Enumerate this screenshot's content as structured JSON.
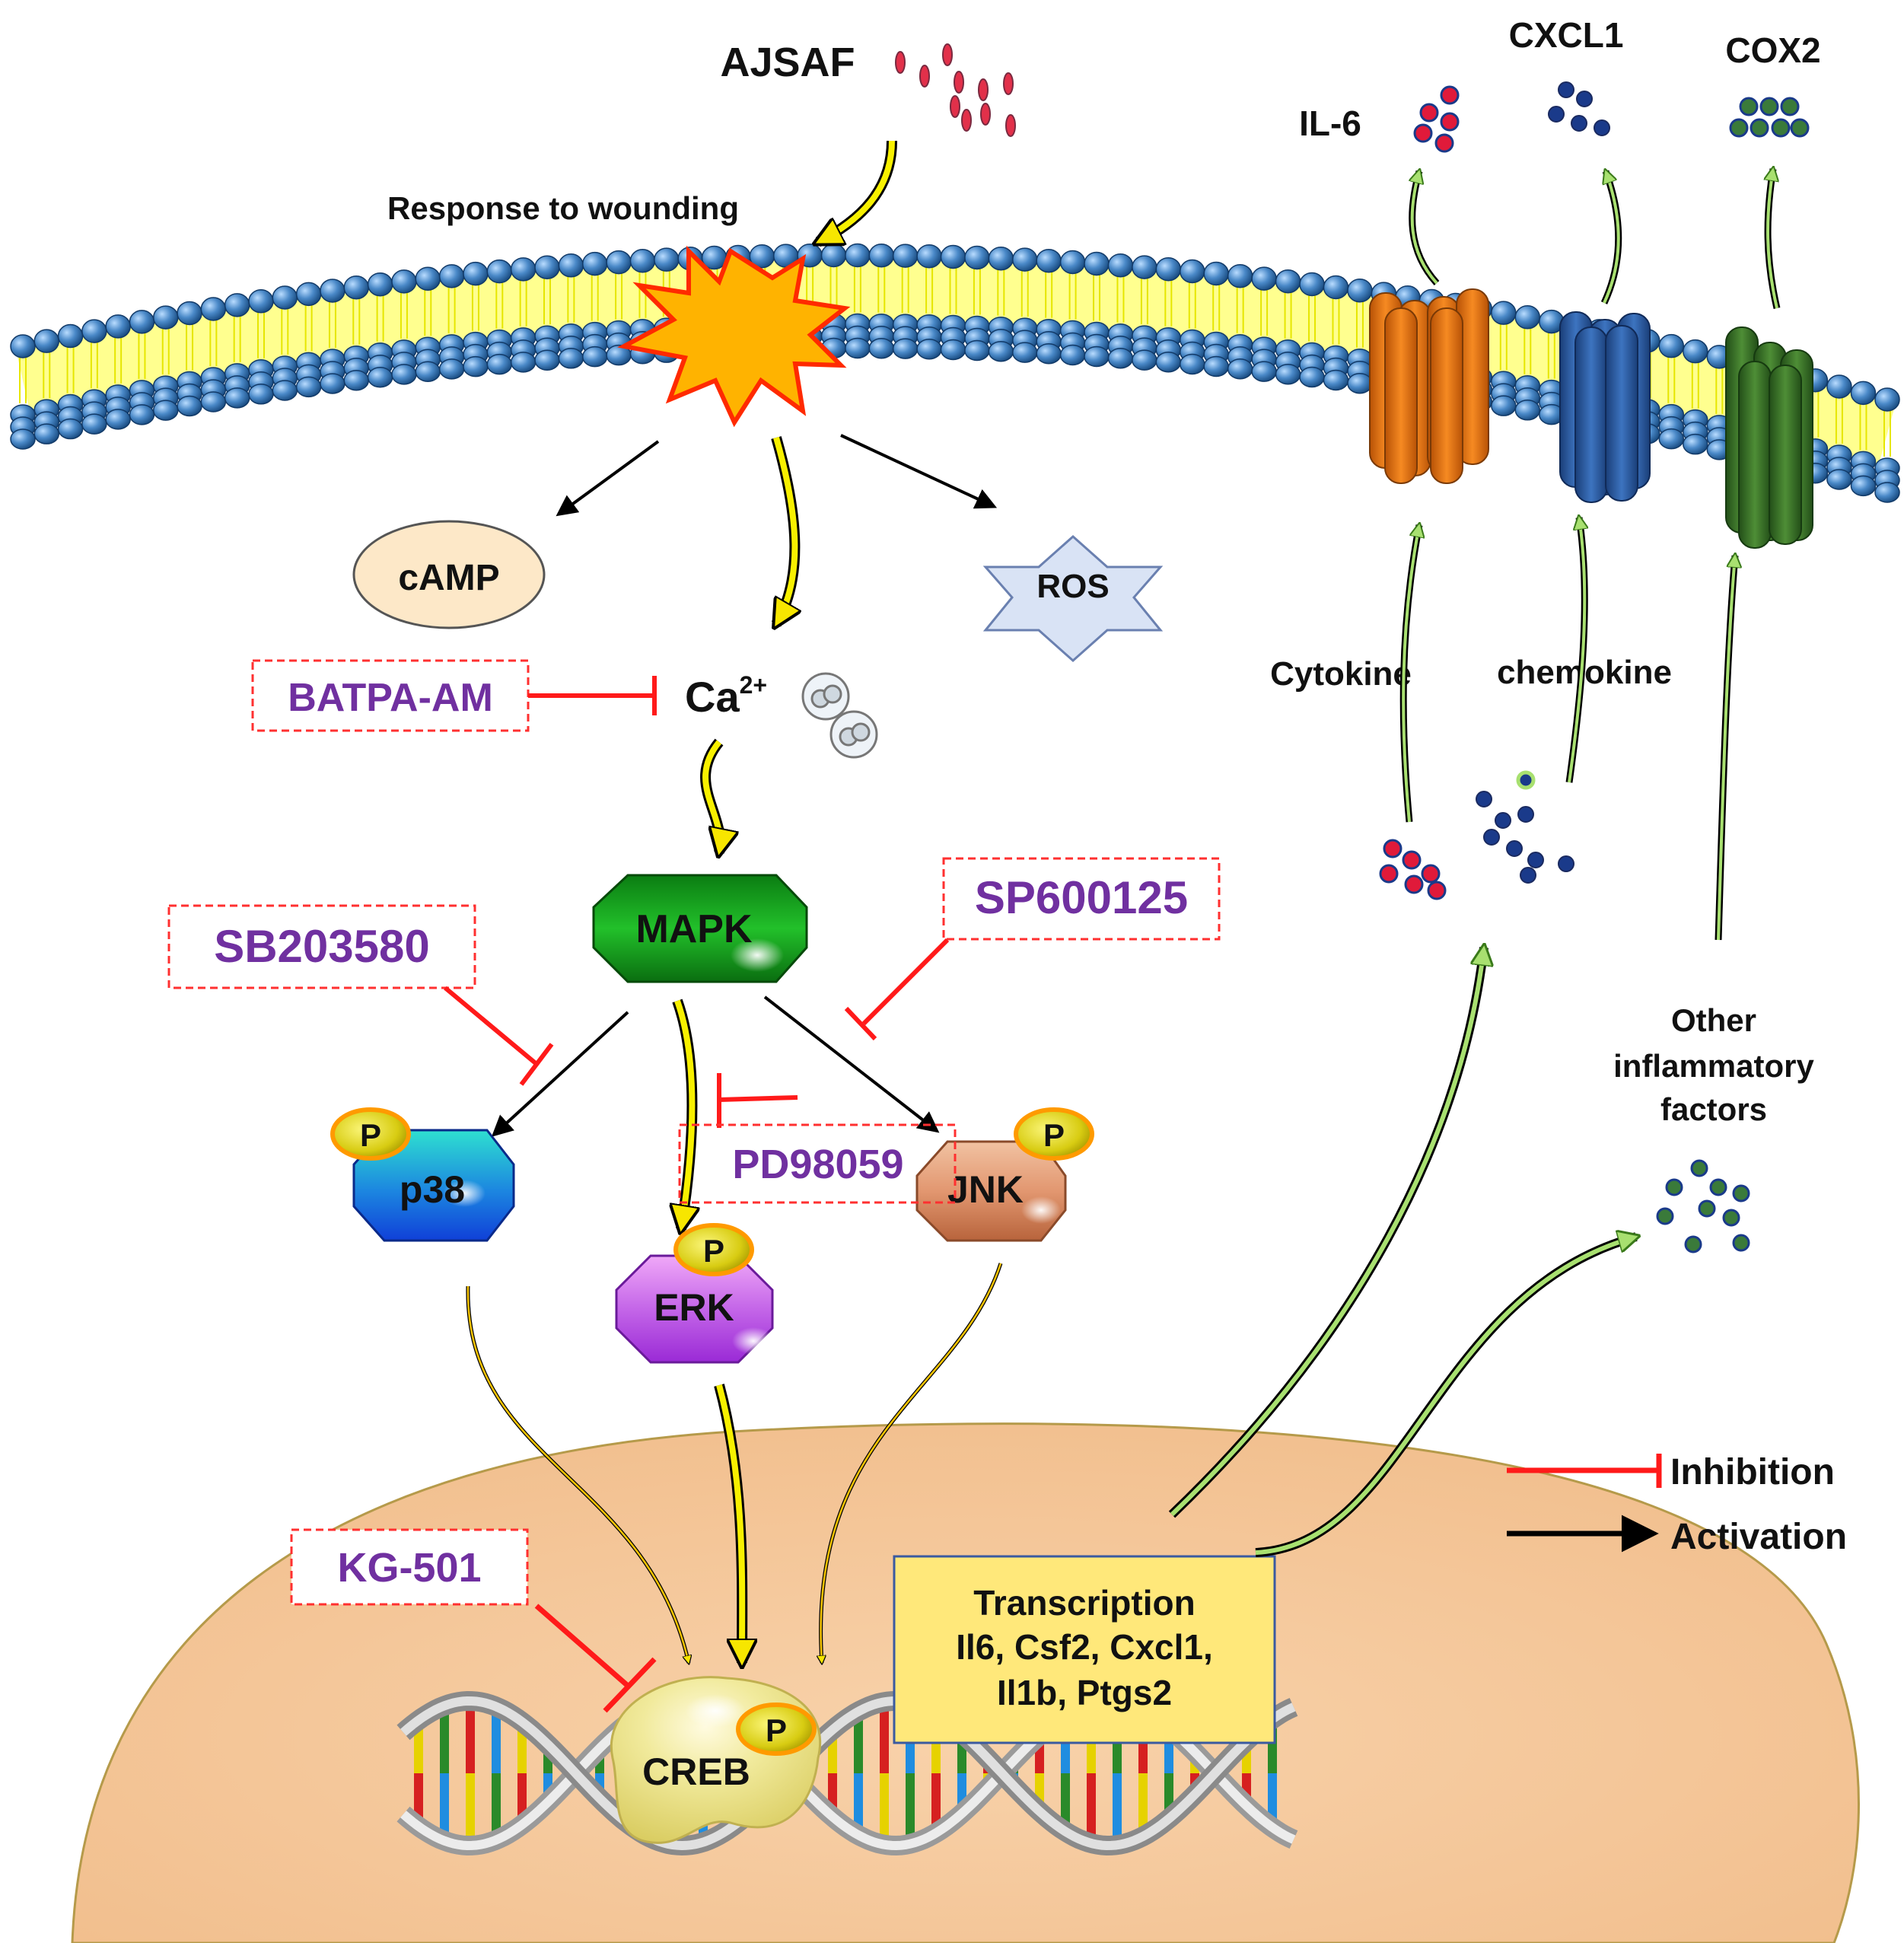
{
  "stimulus": "AJSAF",
  "wound_label": "Response to wounding",
  "second_messengers": {
    "camp": "cAMP",
    "ros": "ROS",
    "ca": "Ca",
    "ca_superscript": "2+"
  },
  "kinases": {
    "mapk": "MAPK",
    "p38": "p38",
    "erk": "ERK",
    "jnk": "JNK",
    "creb": "CREB",
    "phospho": "P"
  },
  "inhibitors": {
    "batpa": "BATPA-AM",
    "sb": "SB203580",
    "sp": "SP600125",
    "pd": "PD98059",
    "kg": "KG-501"
  },
  "secreted": {
    "il6": "IL-6",
    "cxcl1": "CXCL1",
    "cox2": "COX2"
  },
  "mediators": {
    "cytokine": "Cytokine",
    "chemokine": "chemokine",
    "other_line1": "Other",
    "other_line2": "inflammatory",
    "other_line3": "factors"
  },
  "transcription": {
    "line1": "Transcription",
    "line2": "Il6, Csf2, Cxcl1,",
    "line3": "Il1b, Ptgs2"
  },
  "legend": {
    "inhibition": "Inhibition",
    "activation": "Activation"
  },
  "colors": {
    "membrane_head": "#3f7fbf",
    "inhibitor_text": "#7030a0",
    "inhibition_line": "#ff1a1a",
    "nucleus": "#f6c79a",
    "transcription_box": "#ffe87a",
    "mapk": "#17a31f",
    "channel_orange": "#ef7d17",
    "channel_blue": "#2e5fa5",
    "channel_green": "#3b7a2a"
  }
}
